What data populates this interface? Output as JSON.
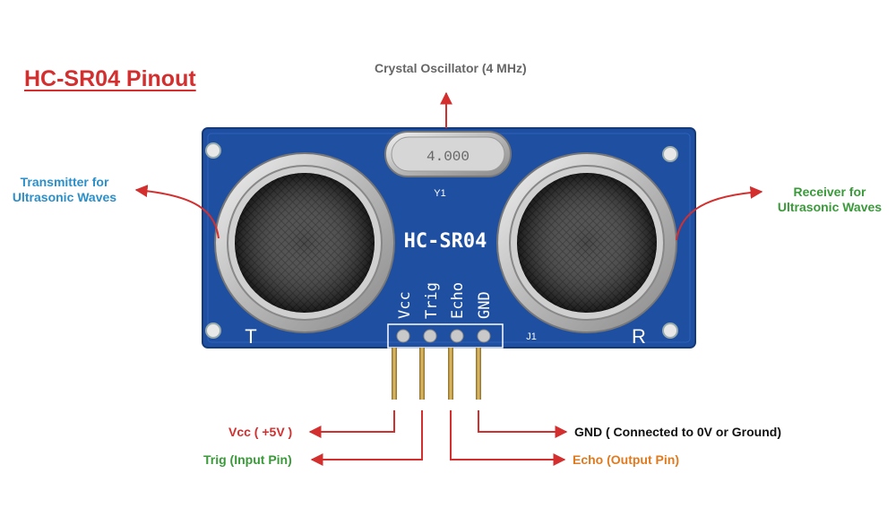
{
  "title": "HC-SR04 Pinout",
  "board": {
    "model": "HC-SR04",
    "crystal_marking": "4.000",
    "crystal_ref": "Y1",
    "header_ref": "J1",
    "transmitter_mark": "T",
    "receiver_mark": "R",
    "pins": [
      "Vcc",
      "Trig",
      "Echo",
      "GND"
    ]
  },
  "callouts": {
    "crystal": "Crystal Oscillator (4 MHz)",
    "transmitter": [
      "Transmitter for",
      "Ultrasonic Waves"
    ],
    "receiver": [
      "Receiver for",
      "Ultrasonic Waves"
    ],
    "vcc": "Vcc ( +5V )",
    "trig": "Trig (Input Pin)",
    "echo": "Echo (Output Pin)",
    "gnd": "GND ( Connected to 0V or Ground)"
  },
  "colors": {
    "title": "#d32f2f",
    "arrow": "#d32f2f",
    "crystal_label": "#666666",
    "transmitter_label": "#2b8fc9",
    "receiver_label": "#3a9a3a",
    "vcc_label": "#d32f2f",
    "trig_label": "#3a9a3a",
    "echo_label": "#e07a1f",
    "gnd_label": "#111111",
    "pcb": "#1f4fa0"
  }
}
